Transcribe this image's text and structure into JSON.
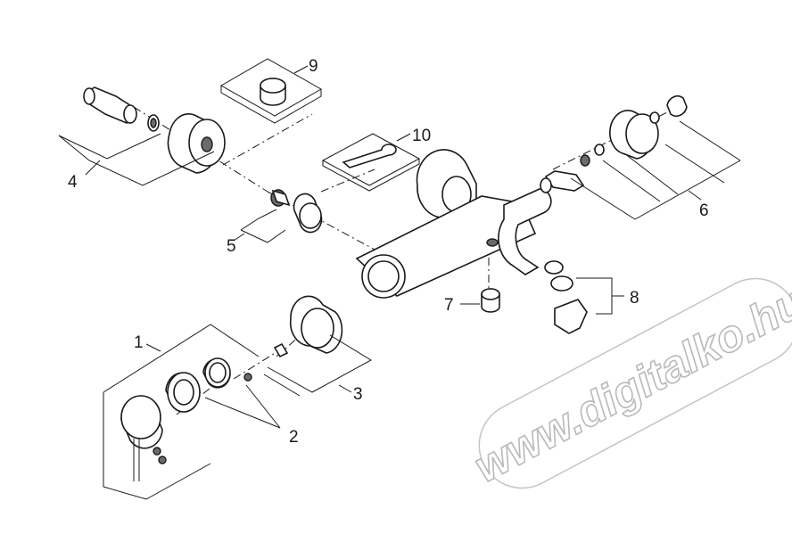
{
  "labels": {
    "p1": "1",
    "p2": "2",
    "p3": "3",
    "p4": "4",
    "p5": "5",
    "p6": "6",
    "p7": "7",
    "p8": "8",
    "p9": "9",
    "p10": "10"
  },
  "watermark": "www.digitalko.hu",
  "colors": {
    "line": "#1a1a1a",
    "watermark_outline": "#b9b9b9"
  }
}
